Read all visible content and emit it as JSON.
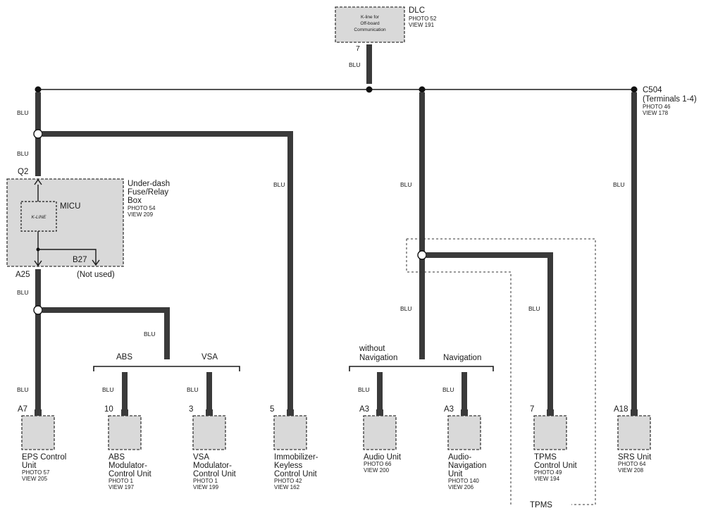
{
  "dlc": {
    "name": "DLC",
    "photo": "PHOTO 52",
    "view": "VIEW 191",
    "box_text": [
      "K-line for",
      "Off-board",
      "Communication"
    ],
    "pin": "7"
  },
  "wire_label": "BLU",
  "c504": {
    "name": "C504",
    "sub": "(Terminals 1-4)",
    "photo": "PHOTO 46",
    "view": "VIEW 178"
  },
  "fuse_box": {
    "pin_top": "Q2",
    "pin_bottom": "A25",
    "name": [
      "Under-dash",
      "Fuse/Relay",
      "Box"
    ],
    "photo": "PHOTO 54",
    "view": "VIEW 209",
    "micu": "MICU",
    "kline": "K-LINE",
    "b27": "B27",
    "not_used": "(Not used)"
  },
  "options": {
    "abs": "ABS",
    "vsa": "VSA",
    "without_nav": [
      "without",
      "Navigation"
    ],
    "nav": "Navigation"
  },
  "tpms_group": "TPMS",
  "components": [
    {
      "pin": "A7",
      "name": [
        "EPS Control",
        "Unit"
      ],
      "photo": "PHOTO 57",
      "view": "VIEW 205"
    },
    {
      "pin": "10",
      "name": [
        "ABS",
        "Modulator-",
        "Control Unit"
      ],
      "photo": "PHOTO 1",
      "view": "VIEW 197"
    },
    {
      "pin": "3",
      "name": [
        "VSA",
        "Modulator-",
        "Control Unit"
      ],
      "photo": "PHOTO 1",
      "view": "VIEW 199"
    },
    {
      "pin": "5",
      "name": [
        "Immobilizer-",
        "Keyless",
        "Control Unit"
      ],
      "photo": "PHOTO 42",
      "view": "VIEW 162"
    },
    {
      "pin": "A3",
      "name": [
        "Audio Unit"
      ],
      "photo": "PHOTO 66",
      "view": "VIEW 200"
    },
    {
      "pin": "A3",
      "name": [
        "Audio-",
        "Navigation",
        "Unit"
      ],
      "photo": "PHOTO 140",
      "view": "VIEW 206"
    },
    {
      "pin": "7",
      "name": [
        "TPMS",
        "Control Unit"
      ],
      "photo": "PHOTO 49",
      "view": "VIEW 194"
    },
    {
      "pin": "A18",
      "name": [
        "SRS Unit"
      ],
      "photo": "PHOTO 64",
      "view": "VIEW 208"
    }
  ]
}
